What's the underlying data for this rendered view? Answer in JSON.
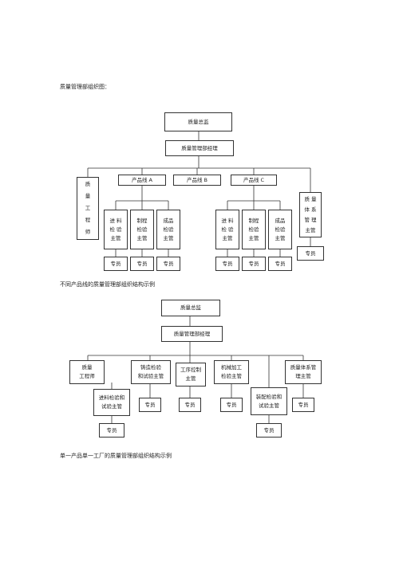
{
  "heading1": "质量管理部组织图：",
  "caption1": "不同产品线的质量管理部组织结构示例",
  "caption2": "单一产品单一工厂的质量管理部组织结构示例",
  "chart1": {
    "director": "质量总监",
    "manager": "质量管理部经理",
    "quality_engineer": "质\n量\n工\n程\n师",
    "line_a": "产品线  A",
    "line_b": "产品线  B",
    "line_c": "产品线  C",
    "system_manager": "质 量\n体 系\n管 理\n主管",
    "a_incoming": "进 料\n检 验\n主管",
    "a_process": "制程\n检验\n主管",
    "a_finished": "成品\n检验\n主管",
    "c_incoming": "进 料\n检 验\n主管",
    "c_process": "制程\n检验\n主管",
    "c_finished": "成品\n检验\n主管",
    "staff": "专员"
  },
  "chart2": {
    "director": "质量总监",
    "manager": "质量管理部经理",
    "quality_engineer": "质量\n工程师",
    "casting": "铸造检验\n和试验主管",
    "process_control": "工序控制\n主管",
    "machining": "机械加工\n检验主管",
    "system_manager": "质量体系管\n理主管",
    "incoming": "进料检验和\n试验主管",
    "assembly": "装配检验和\n试验主管",
    "staff": "专员"
  }
}
